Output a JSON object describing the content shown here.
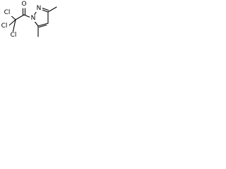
{
  "molecule": {
    "atoms": {
      "oxygen": "O",
      "nitrogen_1": "N",
      "nitrogen_2": "N",
      "chlorine_1": "Cl",
      "chlorine_2": "Cl",
      "chlorine_3": "Cl"
    },
    "colors": {
      "bond": "#000000",
      "label": "#000000",
      "background": "#ffffff"
    }
  }
}
